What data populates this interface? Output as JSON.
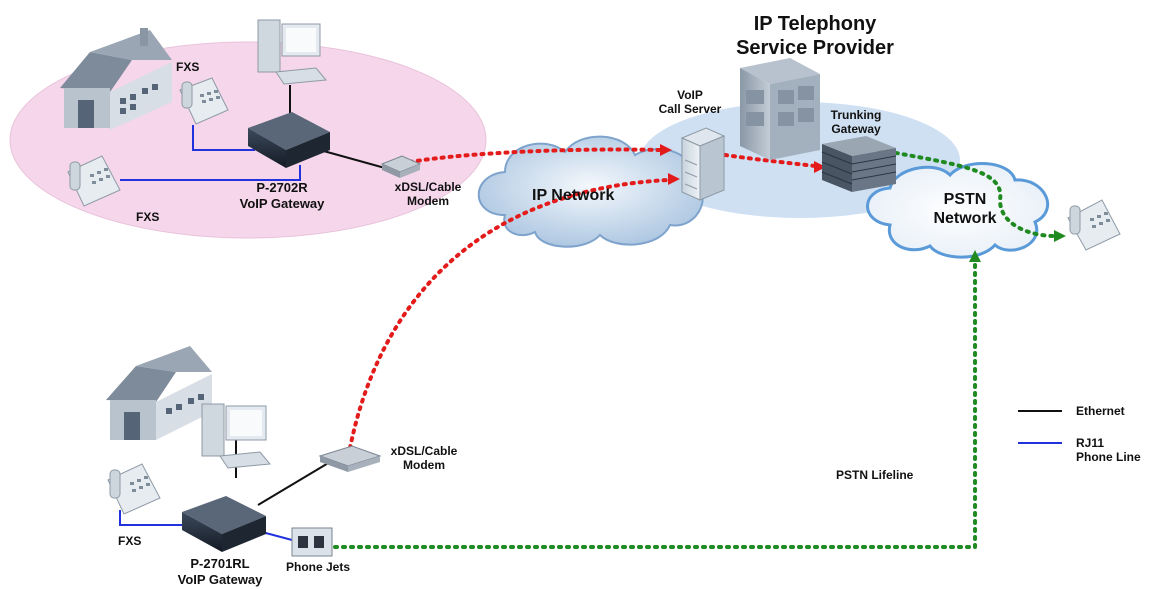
{
  "title": {
    "line1": "IP Telephony",
    "line2": "Service Provider"
  },
  "nodes": {
    "voip_call_server": {
      "line1": "VoIP",
      "line2": "Call Server"
    },
    "trunking_gateway": {
      "line1": "Trunking",
      "line2": "Gateway"
    },
    "ip_network": "IP Network",
    "pstn_network": {
      "line1": "PSTN",
      "line2": "Network"
    },
    "top_gateway": {
      "line1": "P-2702R",
      "line2": "VoIP Gateway"
    },
    "top_modem": {
      "line1": "xDSL/Cable",
      "line2": "Modem"
    },
    "top_fxs_upper": "FXS",
    "top_fxs_lower": "FXS",
    "bottom_gateway": {
      "line1": "P-2701RL",
      "line2": "VoIP Gateway"
    },
    "bottom_modem": {
      "line1": "xDSL/Cable",
      "line2": "Modem"
    },
    "bottom_fxs": "FXS",
    "phone_jets": "Phone Jets",
    "pstn_lifeline": "PSTN Lifeline"
  },
  "legend": {
    "ethernet": "Ethernet",
    "rj11_line1": "RJ11",
    "rj11_line2": "Phone Line"
  },
  "colors": {
    "ethernet": "#111111",
    "phone_line": "#2233dd",
    "voip_path": "#e31b1b",
    "pstn_path": "#1f8a1f",
    "home_zone": "#f5d6ea",
    "cloud_fill": "#c9dcf0",
    "provider_zone": "#cfe0f3"
  },
  "icons": [
    "house-icon",
    "computer-icon",
    "phone-icon",
    "gateway-icon",
    "modem-icon",
    "server-icon",
    "building-icon",
    "trunking-gateway-icon",
    "phone-jack-icon",
    "cloud-icon"
  ]
}
